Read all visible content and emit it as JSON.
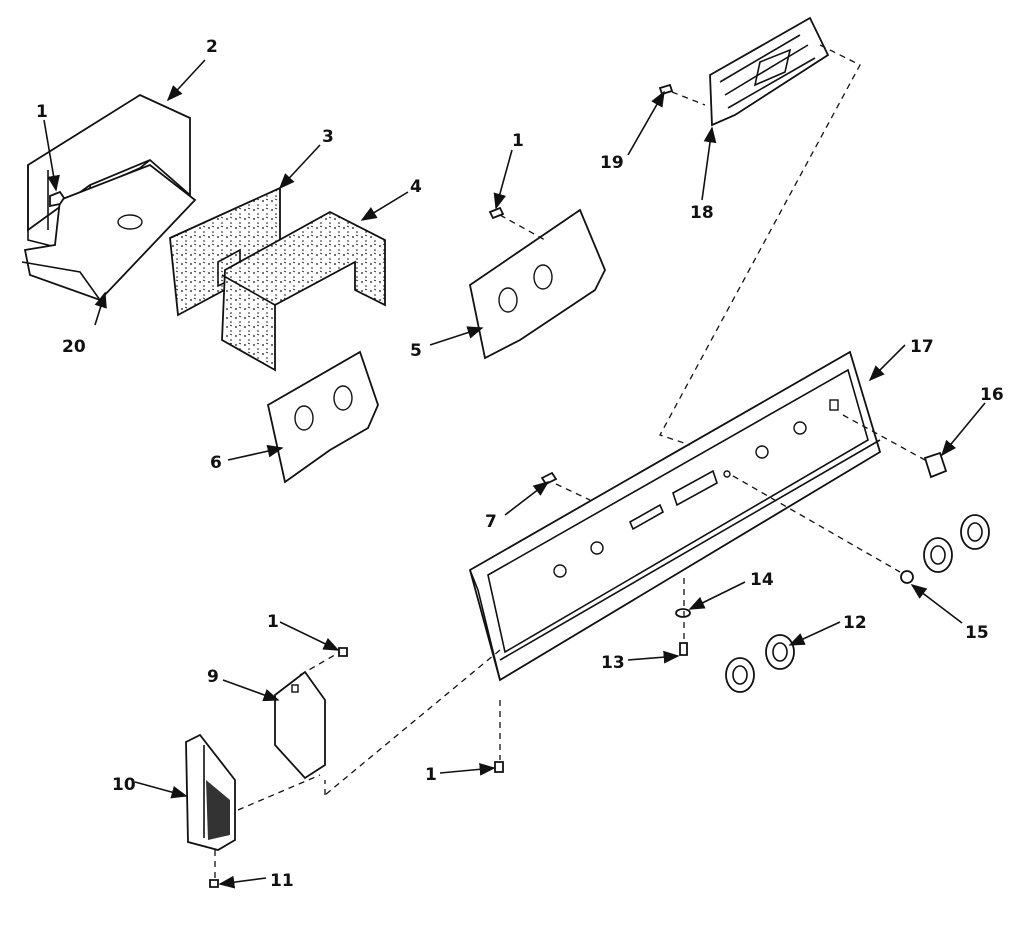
{
  "labels": {
    "l1a": "1",
    "l1b": "1",
    "l1c": "1",
    "l1d": "1",
    "l2": "2",
    "l3": "3",
    "l4": "4",
    "l5": "5",
    "l6": "6",
    "l7": "7",
    "l9": "9",
    "l10": "10",
    "l11": "11",
    "l12": "12",
    "l13": "13",
    "l14": "14",
    "l15": "15",
    "l16": "16",
    "l17": "17",
    "l18": "18",
    "l19": "19",
    "l20": "20"
  }
}
